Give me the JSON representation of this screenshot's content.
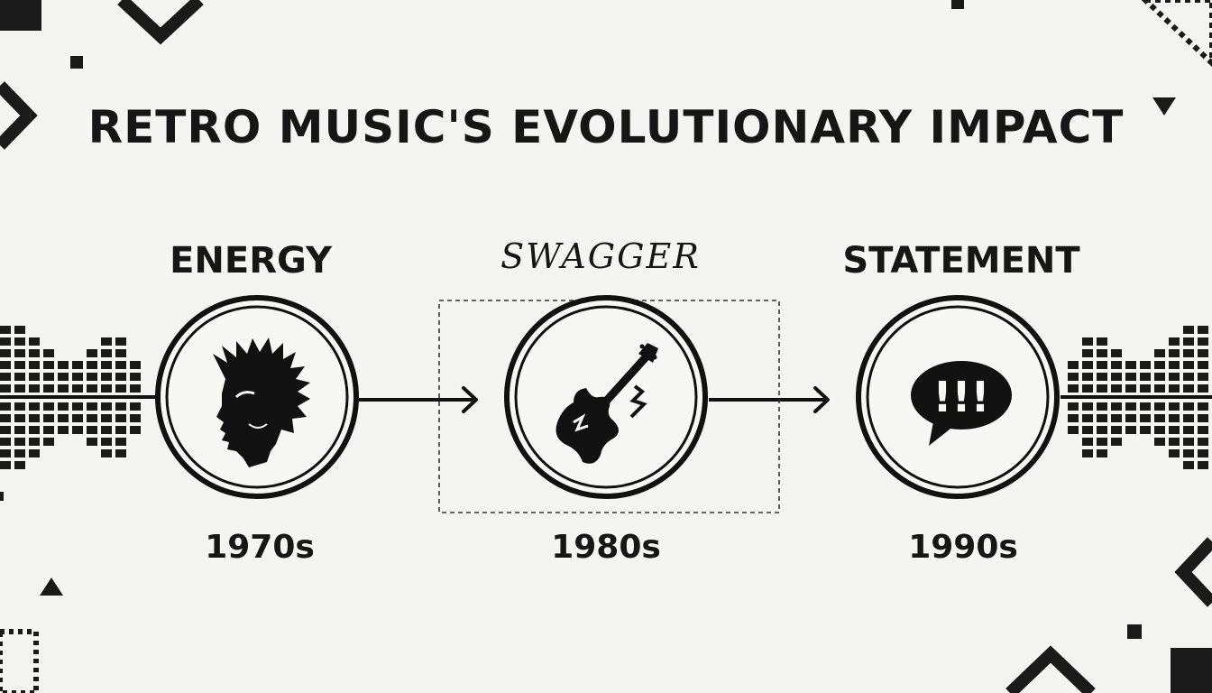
{
  "title": "RETRO MUSIC'S EVOLUTIONARY IMPACT",
  "stages": [
    {
      "label": "ENERGY",
      "year": "1970s",
      "icon": "mohawk-head-icon",
      "style": "bold"
    },
    {
      "label": "SWAGGER",
      "year": "1980s",
      "icon": "electric-guitar-icon",
      "style": "script",
      "highlighted": true
    },
    {
      "label": "STATEMENT",
      "year": "1990s",
      "icon": "speech-bubble-exclamation-icon",
      "style": "bold"
    }
  ],
  "bubble_text": "!!!",
  "colors": {
    "background": "#f4f4f2",
    "ink": "#111111"
  }
}
